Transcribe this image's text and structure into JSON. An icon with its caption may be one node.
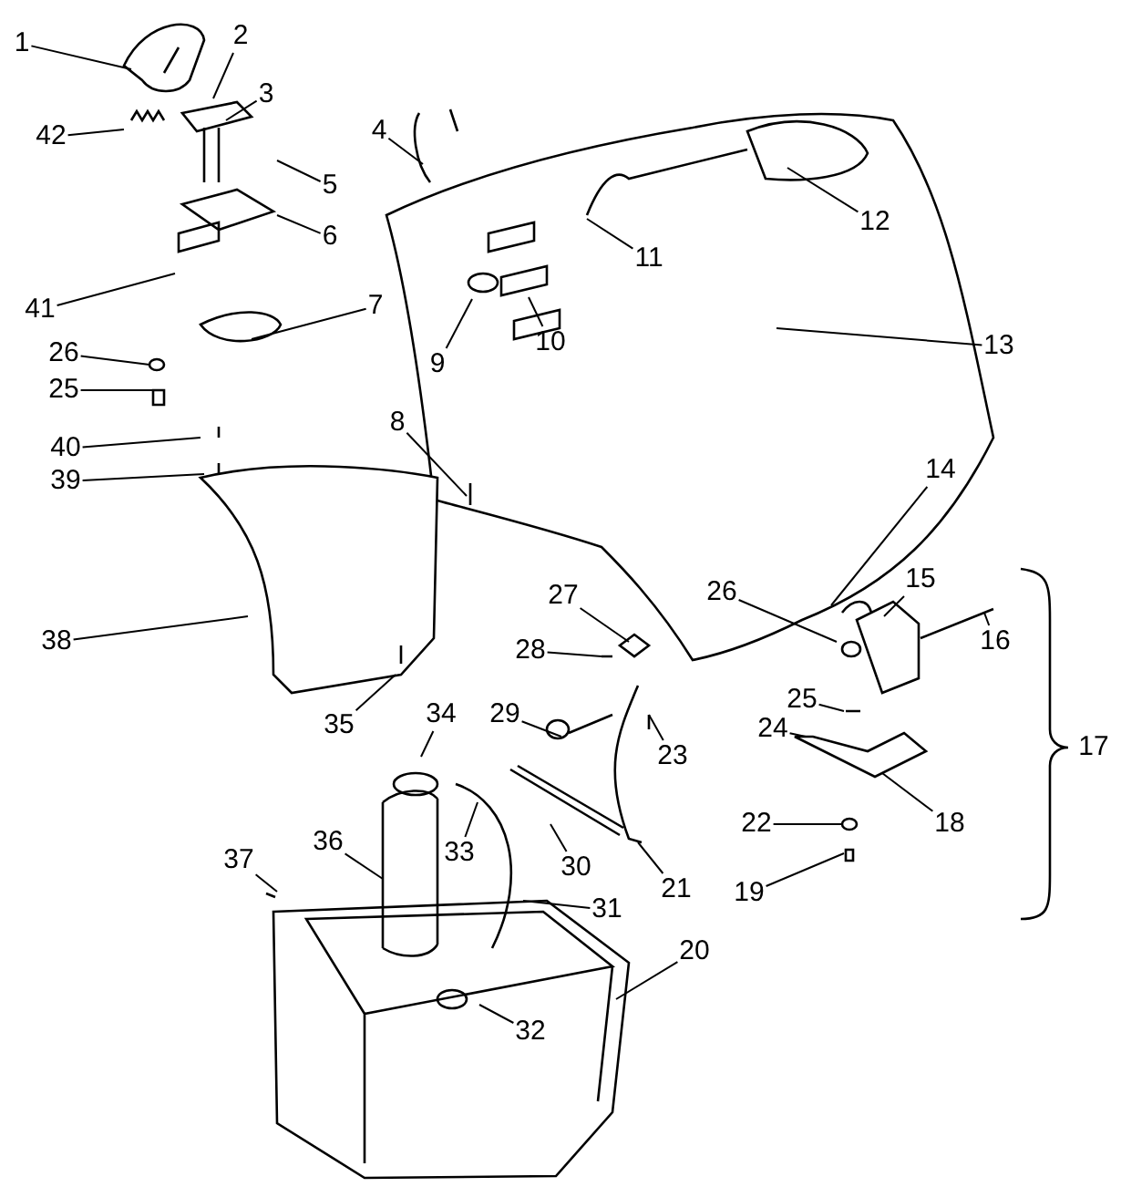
{
  "diagram": {
    "nodes": [
      {
        "text": [
          "1"
        ]
      },
      {
        "text": [
          "2"
        ]
      },
      {
        "text": [
          "3"
        ]
      },
      {
        "text": [
          "42"
        ]
      },
      {
        "text": [
          "4"
        ]
      },
      {
        "text": [
          "5"
        ]
      },
      {
        "text": [
          "6"
        ]
      },
      {
        "text": [
          "41"
        ]
      },
      {
        "text": [
          "7"
        ]
      },
      {
        "text": [
          "26"
        ]
      },
      {
        "text": [
          "25"
        ]
      },
      {
        "text": [
          "40"
        ]
      },
      {
        "text": [
          "39"
        ]
      },
      {
        "text": [
          "8"
        ]
      },
      {
        "text": [
          "9"
        ]
      },
      {
        "text": [
          "10"
        ]
      },
      {
        "text": [
          "11"
        ]
      },
      {
        "text": [
          "12"
        ]
      },
      {
        "text": [
          "13"
        ]
      },
      {
        "text": [
          "14"
        ]
      },
      {
        "text": [
          "26"
        ]
      },
      {
        "text": [
          "15"
        ]
      },
      {
        "text": [
          "16"
        ]
      },
      {
        "text": [
          "25"
        ]
      },
      {
        "text": [
          "24"
        ]
      },
      {
        "text": [
          "22"
        ]
      },
      {
        "text": [
          "19"
        ]
      },
      {
        "text": [
          "18"
        ]
      },
      {
        "text": [
          "27"
        ]
      },
      {
        "text": [
          "28"
        ]
      },
      {
        "text": [
          "23"
        ]
      },
      {
        "text": [
          "29"
        ]
      },
      {
        "text": [
          "21"
        ]
      },
      {
        "text": [
          "30"
        ]
      },
      {
        "text": [
          "31"
        ]
      },
      {
        "text": [
          "33"
        ]
      },
      {
        "text": [
          "34"
        ]
      },
      {
        "text": [
          "35"
        ]
      },
      {
        "text": [
          "36"
        ]
      },
      {
        "text": [
          "37"
        ]
      },
      {
        "text": [
          "38"
        ]
      },
      {
        "text": [
          "20"
        ]
      },
      {
        "text": [
          "32"
        ]
      }
    ],
    "edges": [
      {
        "from": 0,
        "to": null,
        "arrow": "none"
      },
      {
        "from": 1,
        "to": null,
        "arrow": "none"
      },
      {
        "from": 2,
        "to": null,
        "arrow": "none"
      },
      {
        "from": 3,
        "to": null,
        "arrow": "none"
      },
      {
        "from": 4,
        "to": null,
        "arrow": "none"
      },
      {
        "from": 5,
        "to": null,
        "arrow": "none"
      },
      {
        "from": 6,
        "to": null,
        "arrow": "none"
      },
      {
        "from": 7,
        "to": null,
        "arrow": "none"
      },
      {
        "from": 8,
        "to": null,
        "arrow": "none"
      },
      {
        "from": 9,
        "to": null,
        "arrow": "none"
      },
      {
        "from": 10,
        "to": null,
        "arrow": "none"
      },
      {
        "from": 11,
        "to": null,
        "arrow": "none"
      },
      {
        "from": 12,
        "to": null,
        "arrow": "none"
      },
      {
        "from": 13,
        "to": null,
        "arrow": "none"
      },
      {
        "from": 14,
        "to": null,
        "arrow": "none"
      },
      {
        "from": 15,
        "to": null,
        "arrow": "none"
      },
      {
        "from": 16,
        "to": null,
        "arrow": "none"
      },
      {
        "from": 17,
        "to": null,
        "arrow": "none"
      },
      {
        "from": 18,
        "to": null,
        "arrow": "none"
      },
      {
        "from": 19,
        "to": null,
        "arrow": "none"
      },
      {
        "from": 20,
        "to": null,
        "arrow": "none"
      },
      {
        "from": 21,
        "to": null,
        "arrow": "none"
      },
      {
        "from": 22,
        "to": null,
        "arrow": "none"
      },
      {
        "from": 23,
        "to": null,
        "arrow": "none"
      },
      {
        "from": 24,
        "to": null,
        "arrow": "none"
      },
      {
        "from": 25,
        "to": null,
        "arrow": "none"
      },
      {
        "from": 26,
        "to": null,
        "arrow": "none"
      },
      {
        "from": 27,
        "to": null,
        "arrow": "none"
      },
      {
        "from": 28,
        "to": null,
        "arrow": "none"
      },
      {
        "from": 29,
        "to": null,
        "arrow": "none"
      },
      {
        "from": 30,
        "to": null,
        "arrow": "none"
      },
      {
        "from": 31,
        "to": null,
        "arrow": "none"
      },
      {
        "from": 32,
        "to": null,
        "arrow": "none"
      },
      {
        "from": 33,
        "to": null,
        "arrow": "none"
      },
      {
        "from": 34,
        "to": null,
        "arrow": "none"
      },
      {
        "from": 35,
        "to": null,
        "arrow": "none"
      },
      {
        "from": 36,
        "to": null,
        "arrow": "none"
      },
      {
        "from": 37,
        "to": null,
        "arrow": "none"
      },
      {
        "from": 38,
        "to": null,
        "arrow": "none"
      },
      {
        "from": 39,
        "to": null,
        "arrow": "none"
      },
      {
        "from": 40,
        "to": null,
        "arrow": "none"
      },
      {
        "from": 41,
        "to": null,
        "arrow": "none"
      },
      {
        "from": 42,
        "to": null,
        "arrow": "none"
      }
    ],
    "labels": [
      "17"
    ]
  }
}
